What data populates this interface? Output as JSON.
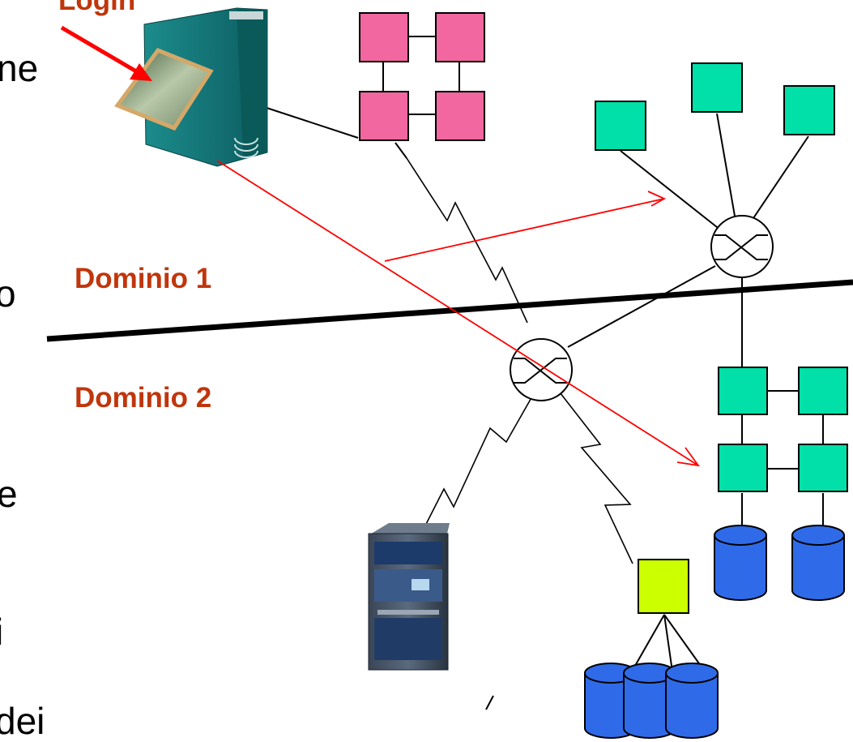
{
  "labels": {
    "login": "Login",
    "domain1": "Dominio 1",
    "domain2": "Dominio 2"
  },
  "cut_text": [
    "ne",
    "o",
    "e",
    "i",
    "dei"
  ],
  "colors": {
    "pink_node": "#f2679f",
    "green_node": "#00e0a8",
    "yellow_node": "#ccff00",
    "disk": "#2f6be8",
    "red_arrow": "#ff0000",
    "label": "#c0360c"
  },
  "icons": [
    "login-terminal-icon",
    "server-rack-icon",
    "router-icon",
    "database-icon"
  ]
}
